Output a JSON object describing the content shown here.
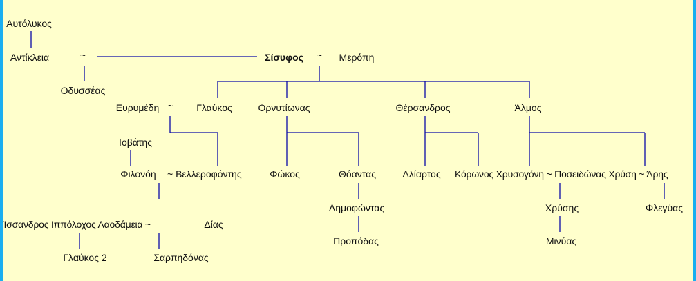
{
  "colors": {
    "background": "#ffffcc",
    "lines": "#0a0aa8",
    "frame": "#1aaef0"
  },
  "tree": {
    "autolykos": "Αυτόλυκος",
    "antikleia": "Αντίκλεια",
    "marriage_1": "~",
    "sisyphos": "Σίσυφος",
    "marriage_2": "~",
    "merope": "Μερόπη",
    "odysseas": "Οδυσσέας",
    "eurymede": "Ευρυμέδη",
    "marriage_3": "~",
    "glaukos": "Γλαύκος",
    "ornytion": "Ορνυτίωνας",
    "thersandros": "Θέρσανδρος",
    "almos": "Άλμος",
    "iobates": "Ιοβάτης",
    "philonoe": "Φιλονόη",
    "bellerophon": "~ Βελλεροφόντης",
    "phokos": "Φώκος",
    "thoas": "Θόαντας",
    "haliartos": "Αλίαρτος",
    "koronos_row": "Κόρωνος Χρυσογόνη ~ Ποσειδώνας Χρύση ~ Άρης",
    "demophon": "Δημοφώντας",
    "chryses": "Χρύσης",
    "phlegyas": "Φλεγύας",
    "isandros_row": "Ίσσανδρος Ιππόλοχος Λαοδάμεια ~",
    "zeus": "Δίας",
    "propodas": "Προπόδας",
    "minyas": "Μινύας",
    "glaukos2": "Γλαύκος 2",
    "sarpedon": "Σαρπηδόνας"
  }
}
